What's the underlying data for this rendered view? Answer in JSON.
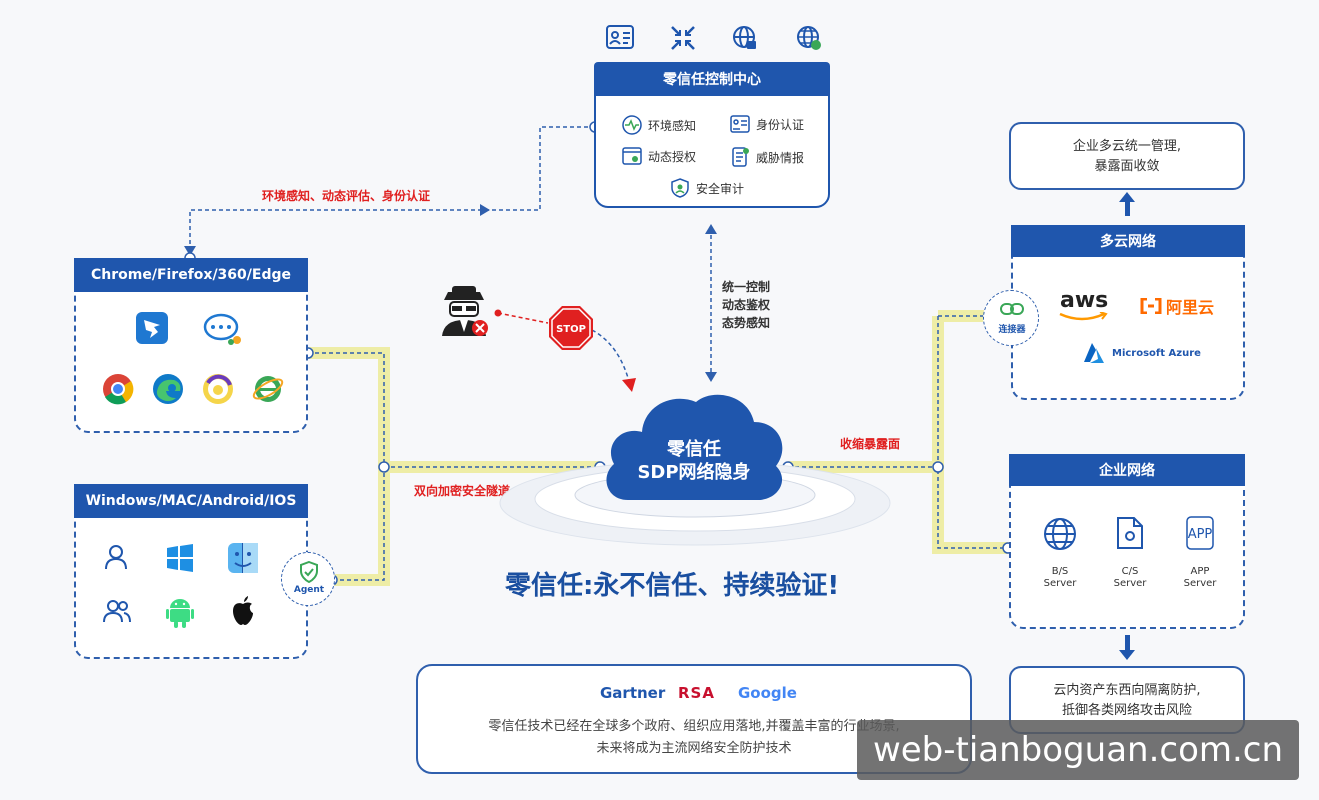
{
  "control_center": {
    "title": "零信任控制中心",
    "items": [
      "环境感知",
      "身份认证",
      "动态授权",
      "威胁情报",
      "安全审计"
    ]
  },
  "browsers": {
    "title": "Chrome/Firefox/360/Edge"
  },
  "os": {
    "title": "Windows/MAC/Android/IOS",
    "agent": "Agent"
  },
  "sdp": {
    "line1": "零信任",
    "line2": "SDP网络隐身"
  },
  "labels": {
    "env_flow": "环境感知、动态评估、身份认证",
    "unified": [
      "统一控制",
      "动态鉴权",
      "态势感知"
    ],
    "tunnel": "双向加密安全隧道",
    "shrink": "收缩暴露面",
    "stop": "STOP",
    "connector": "连接器"
  },
  "slogan": "零信任:永不信任、持续验证!",
  "multi_cloud": {
    "top_text": [
      "企业多云统一管理,",
      "暴露面收敛"
    ],
    "title": "多云网络",
    "providers": [
      "aws",
      "阿里云",
      "Microsoft Azure"
    ]
  },
  "enterprise": {
    "title": "企业网络",
    "servers": [
      {
        "l1": "B/S",
        "l2": "Server"
      },
      {
        "l1": "C/S",
        "l2": "Server"
      },
      {
        "l1": "APP",
        "l2": "Server"
      }
    ],
    "bottom_text": [
      "云内资产东西向隔离防护,",
      "抵御各类网络攻击风险"
    ]
  },
  "partners": {
    "brands": [
      "Gartner",
      "RSA",
      "Google"
    ],
    "text": [
      "零信任技术已经在全球多个政府、组织应用落地,并覆盖丰富的行业场景,",
      "未来将成为主流网络安全防护技术"
    ]
  },
  "watermark": "web-tianboguan.com.cn",
  "colors": {
    "primary": "#1f56ad",
    "tunnel": "#f1f0a8",
    "alert": "#e02020"
  }
}
